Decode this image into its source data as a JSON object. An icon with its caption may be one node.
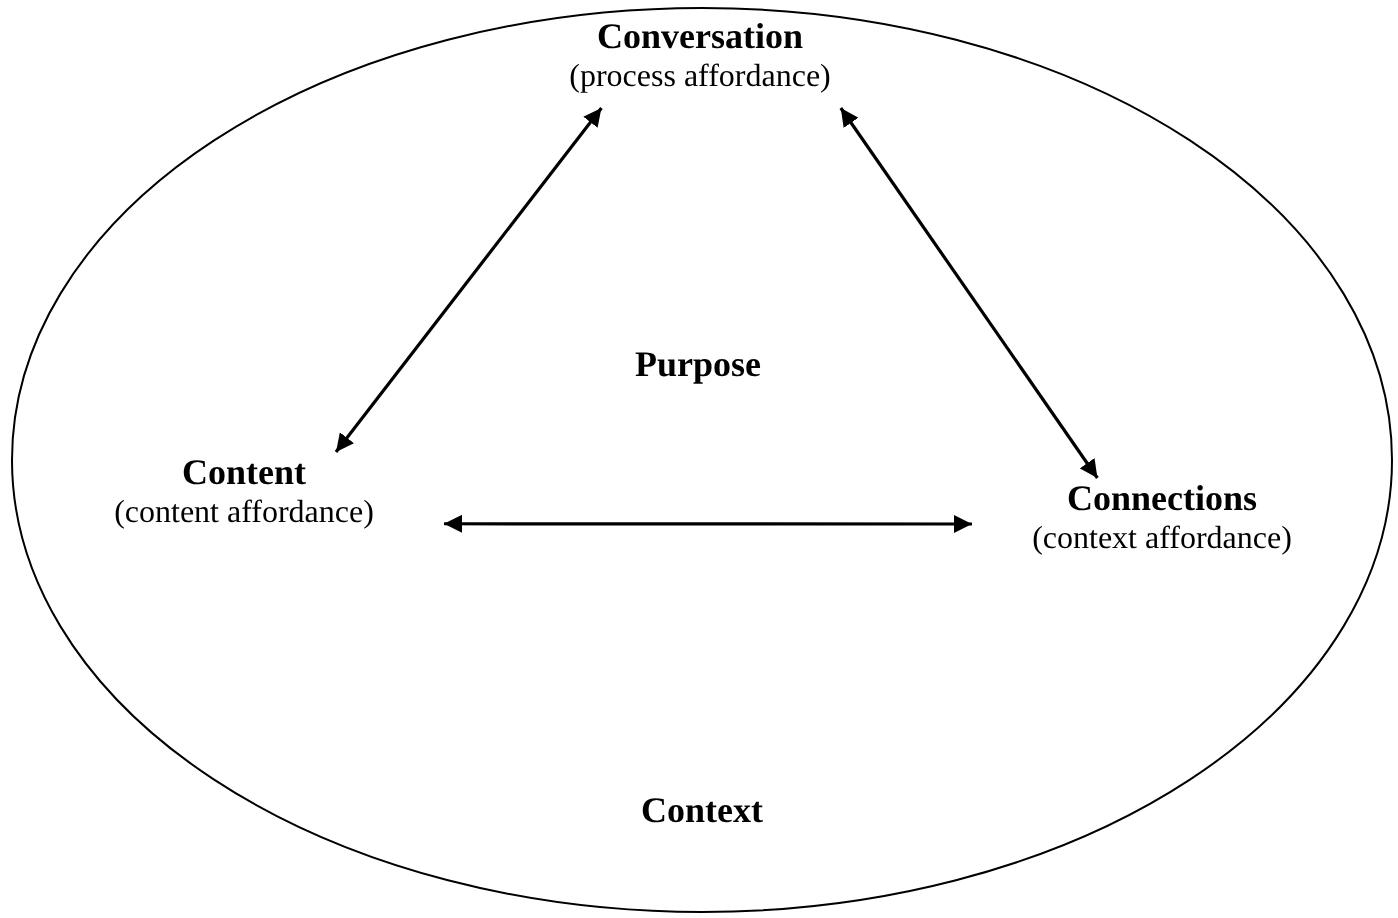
{
  "diagram": {
    "nodes": [
      {
        "text": [
          "Context"
        ]
      },
      {
        "text": [
          "Conversation",
          "(process affordance)"
        ],
        "in": 0
      },
      {
        "text": [
          "Content",
          "(content affordance)"
        ],
        "in": 0
      },
      {
        "text": [
          "Connections",
          "(context affordance)"
        ],
        "in": 0
      }
    ],
    "edges": [
      {
        "from": 1,
        "to": 2,
        "arrow": "both"
      },
      {
        "from": 2,
        "to": 3,
        "arrow": "both"
      },
      {
        "from": 1,
        "to": 3,
        "arrow": "both"
      }
    ],
    "labels": [
      "Purpose"
    ]
  }
}
